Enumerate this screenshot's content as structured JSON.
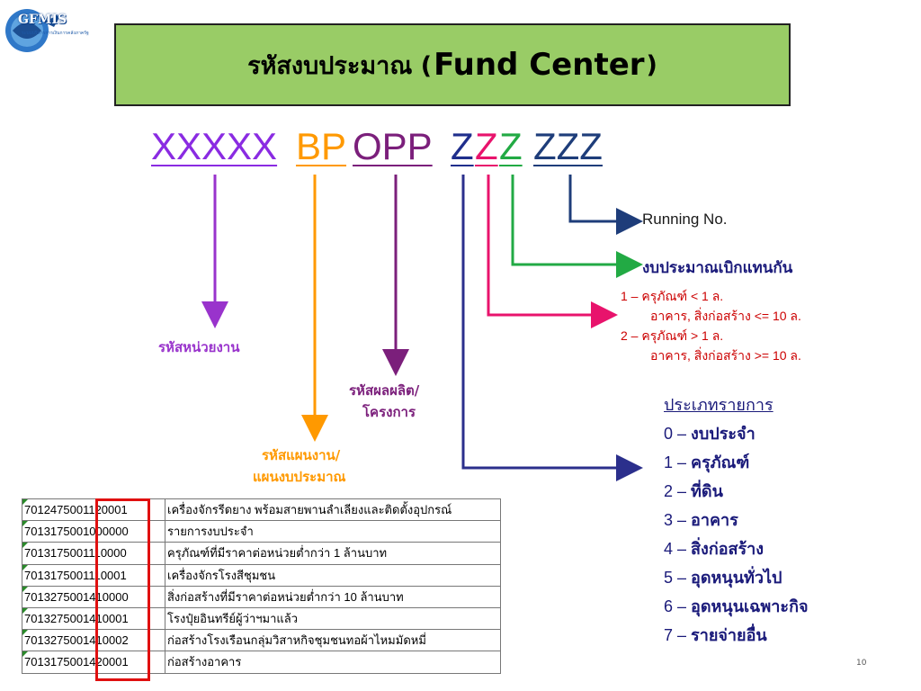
{
  "logo": {
    "text": "GFMIS",
    "subtext": "ระบบบริหารการเงินการคลังภาครัฐ"
  },
  "title": {
    "thai": "รหัสงบประมาณ (",
    "english": "Fund Center",
    "close": ")"
  },
  "code_parts": {
    "agency": "XXXXX",
    "plan": "BP",
    "output": "OPP",
    "type": "Z",
    "condition": "Z",
    "substitute": "Z",
    "running": "ZZZ"
  },
  "labels": {
    "running_no": "Running No.",
    "substitute_budget": "งบประมาณเบิกแทนกัน",
    "agency_code": "รหัสหน่วยงาน",
    "output_code_line1": "รหัสผลผลิต/",
    "output_code_line2": "โครงการ",
    "plan_code_line1": "รหัสแผนงาน/",
    "plan_code_line2": "แผนงบประมาณ"
  },
  "conditions": [
    "1 – ครุภัณฑ์ < 1 ล.",
    "อาคาร, สิ่งก่อสร้าง <= 10 ล.",
    "2 – ครุภัณฑ์ > 1 ล.",
    "อาคาร, สิ่งก่อสร้าง >= 10 ล."
  ],
  "expense_types": {
    "header": "ประเภทรายการ",
    "items": [
      {
        "num": "0 –",
        "label": "งบประจำ"
      },
      {
        "num": "1 –",
        "label": "ครุภัณฑ์"
      },
      {
        "num": "2 –",
        "label": "ที่ดิน"
      },
      {
        "num": "3 –",
        "label": "อาคาร"
      },
      {
        "num": "4 –",
        "label": "สิ่งก่อสร้าง"
      },
      {
        "num": "5 –",
        "label": "อุดหนุนทั่วไป"
      },
      {
        "num": "6 –",
        "label": "อุดหนุนเฉพาะกิจ"
      },
      {
        "num": "7 –",
        "label": "รายจ่ายอื่น"
      }
    ]
  },
  "table_rows": [
    {
      "code": "7012475001120001",
      "desc": "เครื่องจักรรีดยาง พร้อมสายพานลำเลียงและติดตั้งอุปกรณ์"
    },
    {
      "code": "7013175001000000",
      "desc": "รายการงบประจำ"
    },
    {
      "code": "7013175001110000",
      "desc": "ครุภัณฑ์ที่มีราคาต่อหน่วยต่ำกว่า 1 ล้านบาท"
    },
    {
      "code": "7013175001110001",
      "desc": "เครื่องจักรโรงสีชุมชน"
    },
    {
      "code": "7013275001410000",
      "desc": "สิ่งก่อสร้างที่มีราคาต่อหน่วยต่ำกว่า 10 ล้านบาท"
    },
    {
      "code": "7013275001410001",
      "desc": "โรงปุ๋ยอินทรีย์ผู้ว่าฯมาแล้ว"
    },
    {
      "code": "7013275001410002",
      "desc": "ก่อสร้างโรงเรือนกลุ่มวิสาหกิจชุมชนทอผ้าไหมมัดหมี่"
    },
    {
      "code": "7013175001420001",
      "desc": "ก่อสร้างอาคาร"
    }
  ],
  "page_number": "10"
}
